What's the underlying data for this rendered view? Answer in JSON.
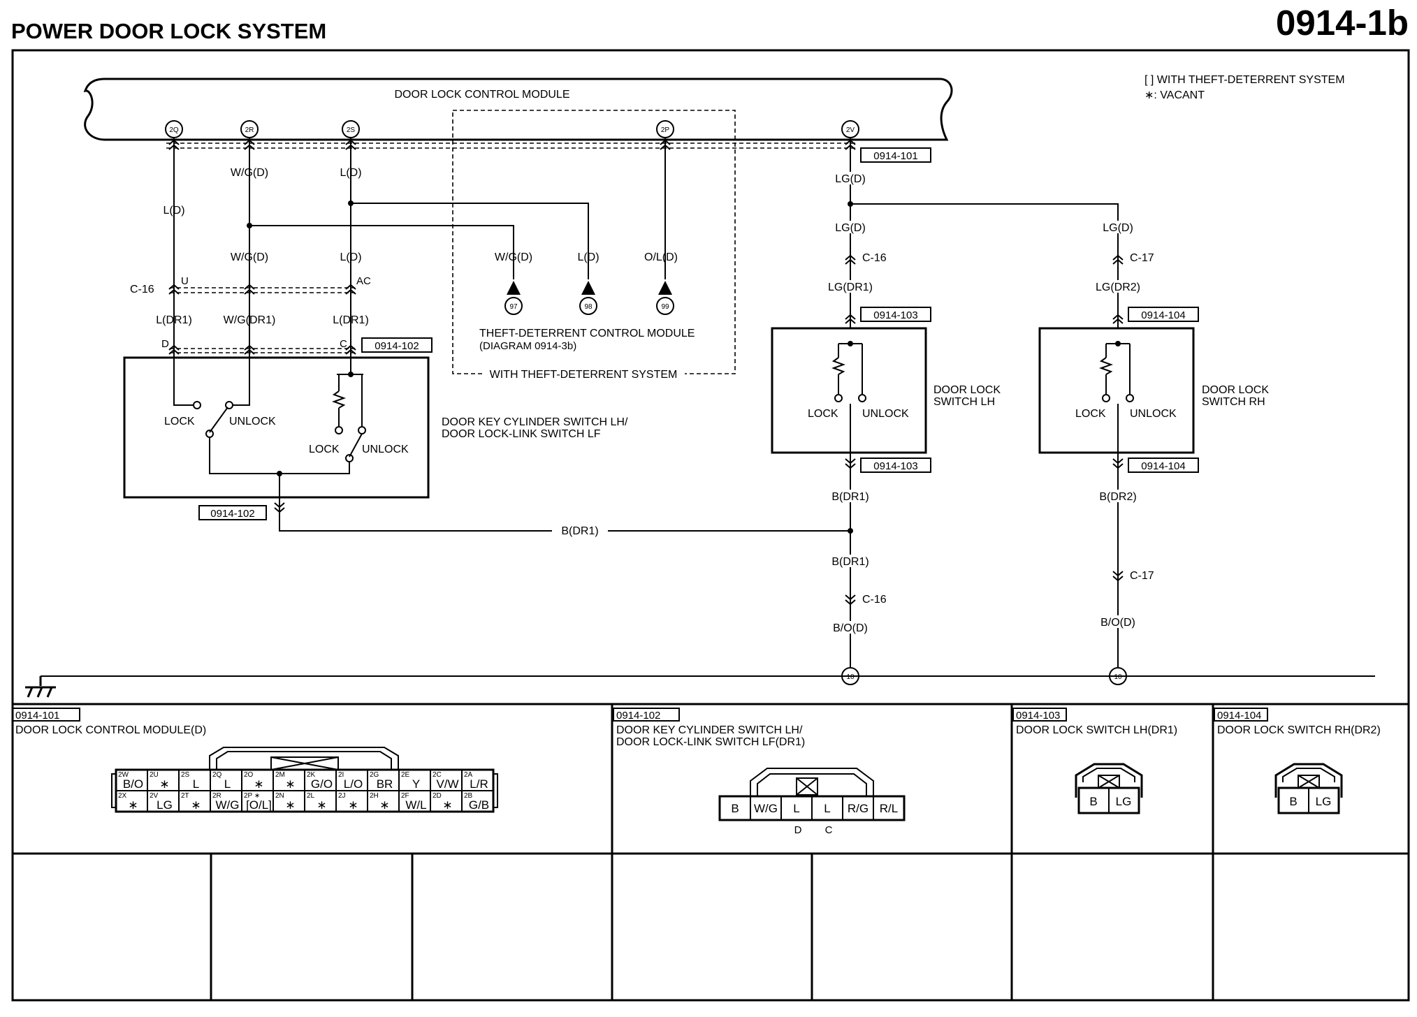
{
  "header": {
    "title": "POWER DOOR LOCK SYSTEM",
    "diagram_number": "0914-1b"
  },
  "legend": {
    "line1": "[ ] WITH THEFT-DETERRENT SYSTEM",
    "line2": "∗: VACANT"
  },
  "module": {
    "name": "DOOR LOCK CONTROL MODULE",
    "terminals": [
      "2Q",
      "2R",
      "2S",
      "2P",
      "2V"
    ],
    "ref": "0914-101"
  },
  "wires": {
    "w2q": "L(D)",
    "w2r": "W/G(D)",
    "w2s": "L(D)",
    "w2r_b": "W/G(D)",
    "w2s_b": "L(D)",
    "td1": "W/G(D)",
    "td2": "L(D)",
    "td3": "O/L(D)",
    "lh_dr1": "L(DR1)",
    "wg_dr1": "W/G(DR1)",
    "s_dr1": "L(DR1)",
    "lg_d": "LG(D)",
    "lg_d2": "LG(D)",
    "lg_d3": "LG(D)",
    "lg_dr1": "LG(DR1)",
    "lg_dr2": "LG(DR2)",
    "b_dr1": "B(DR1)",
    "b_dr1_h": "B(DR1)",
    "b_dr1_2": "B(DR1)",
    "b_dr2": "B(DR2)",
    "bo_d": "B/O(D)",
    "bo_d2": "B/O(D)"
  },
  "connectors": {
    "c16": "C-16",
    "c17": "C-17",
    "pin_u": "U",
    "pin_ac": "AC",
    "pin_d": "D",
    "pin_c": "C"
  },
  "refs": {
    "r101": "0914-101",
    "r102": "0914-102",
    "r103": "0914-103",
    "r104": "0914-104"
  },
  "theft": {
    "pins": [
      "97",
      "98",
      "99"
    ],
    "name": "THEFT-DETERRENT CONTROL MODULE",
    "diagram": "(DIAGRAM 0914-3b)",
    "box_label": "WITH THEFT-DETERRENT SYSTEM"
  },
  "switches": {
    "key_cyl_line1": "DOOR KEY CYLINDER SWITCH LH/",
    "key_cyl_line2": "DOOR LOCK-LINK SWITCH LF",
    "lock": "LOCK",
    "unlock": "UNLOCK",
    "lh_line1": "DOOR LOCK",
    "lh_line2": "SWITCH LH",
    "rh_line1": "DOOR LOCK",
    "rh_line2": "SWITCH RH"
  },
  "ground": {
    "id": "10"
  },
  "panels": {
    "p101": {
      "ref": "0914-101",
      "title": "DOOR LOCK CONTROL MODULE(D)",
      "top_row": [
        [
          "2W",
          "B/O"
        ],
        [
          "2U",
          "∗"
        ],
        [
          "2S",
          "L"
        ],
        [
          "2Q",
          "L"
        ],
        [
          "2O",
          "∗"
        ],
        [
          "2M",
          "∗"
        ],
        [
          "2K",
          "G/O"
        ],
        [
          "2I",
          "L/O"
        ],
        [
          "2G",
          "BR"
        ],
        [
          "2E",
          "Y"
        ],
        [
          "2C",
          "V/W"
        ],
        [
          "2A",
          "L/R"
        ]
      ],
      "bottom_row": [
        [
          "2X",
          "∗"
        ],
        [
          "2V",
          "LG"
        ],
        [
          "2T",
          "∗"
        ],
        [
          "2R",
          "W/G"
        ],
        [
          "2P ∗",
          "[O/L]"
        ],
        [
          "2N",
          "∗"
        ],
        [
          "2L",
          "∗"
        ],
        [
          "2J",
          "∗"
        ],
        [
          "2H",
          "∗"
        ],
        [
          "2F",
          "W/L"
        ],
        [
          "2D",
          "∗"
        ],
        [
          "2B",
          "G/B"
        ]
      ]
    },
    "p102": {
      "ref": "0914-102",
      "title1": "DOOR KEY CYLINDER SWITCH LH/",
      "title2": "DOOR LOCK-LINK SWITCH LF(DR1)",
      "cells": [
        "B",
        "W/G",
        "L",
        "L",
        "R/G",
        "R/L"
      ],
      "pin_d": "D",
      "pin_c": "C"
    },
    "p103": {
      "ref": "0914-103",
      "title": "DOOR LOCK SWITCH LH(DR1)",
      "cells": [
        "B",
        "LG"
      ]
    },
    "p104": {
      "ref": "0914-104",
      "title": "DOOR LOCK SWITCH RH(DR2)",
      "cells": [
        "B",
        "LG"
      ]
    }
  }
}
